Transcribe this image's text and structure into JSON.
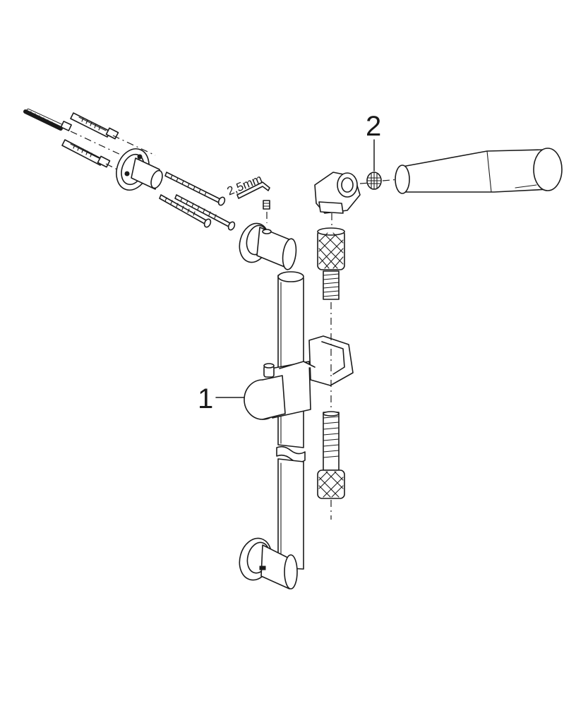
{
  "diagram": {
    "callouts": [
      {
        "id": "1",
        "label": "1"
      },
      {
        "id": "2",
        "label": "2"
      }
    ],
    "tool_label": "2,5mm",
    "colors": {
      "line": "#1a1a1a",
      "background": "#ffffff"
    }
  }
}
